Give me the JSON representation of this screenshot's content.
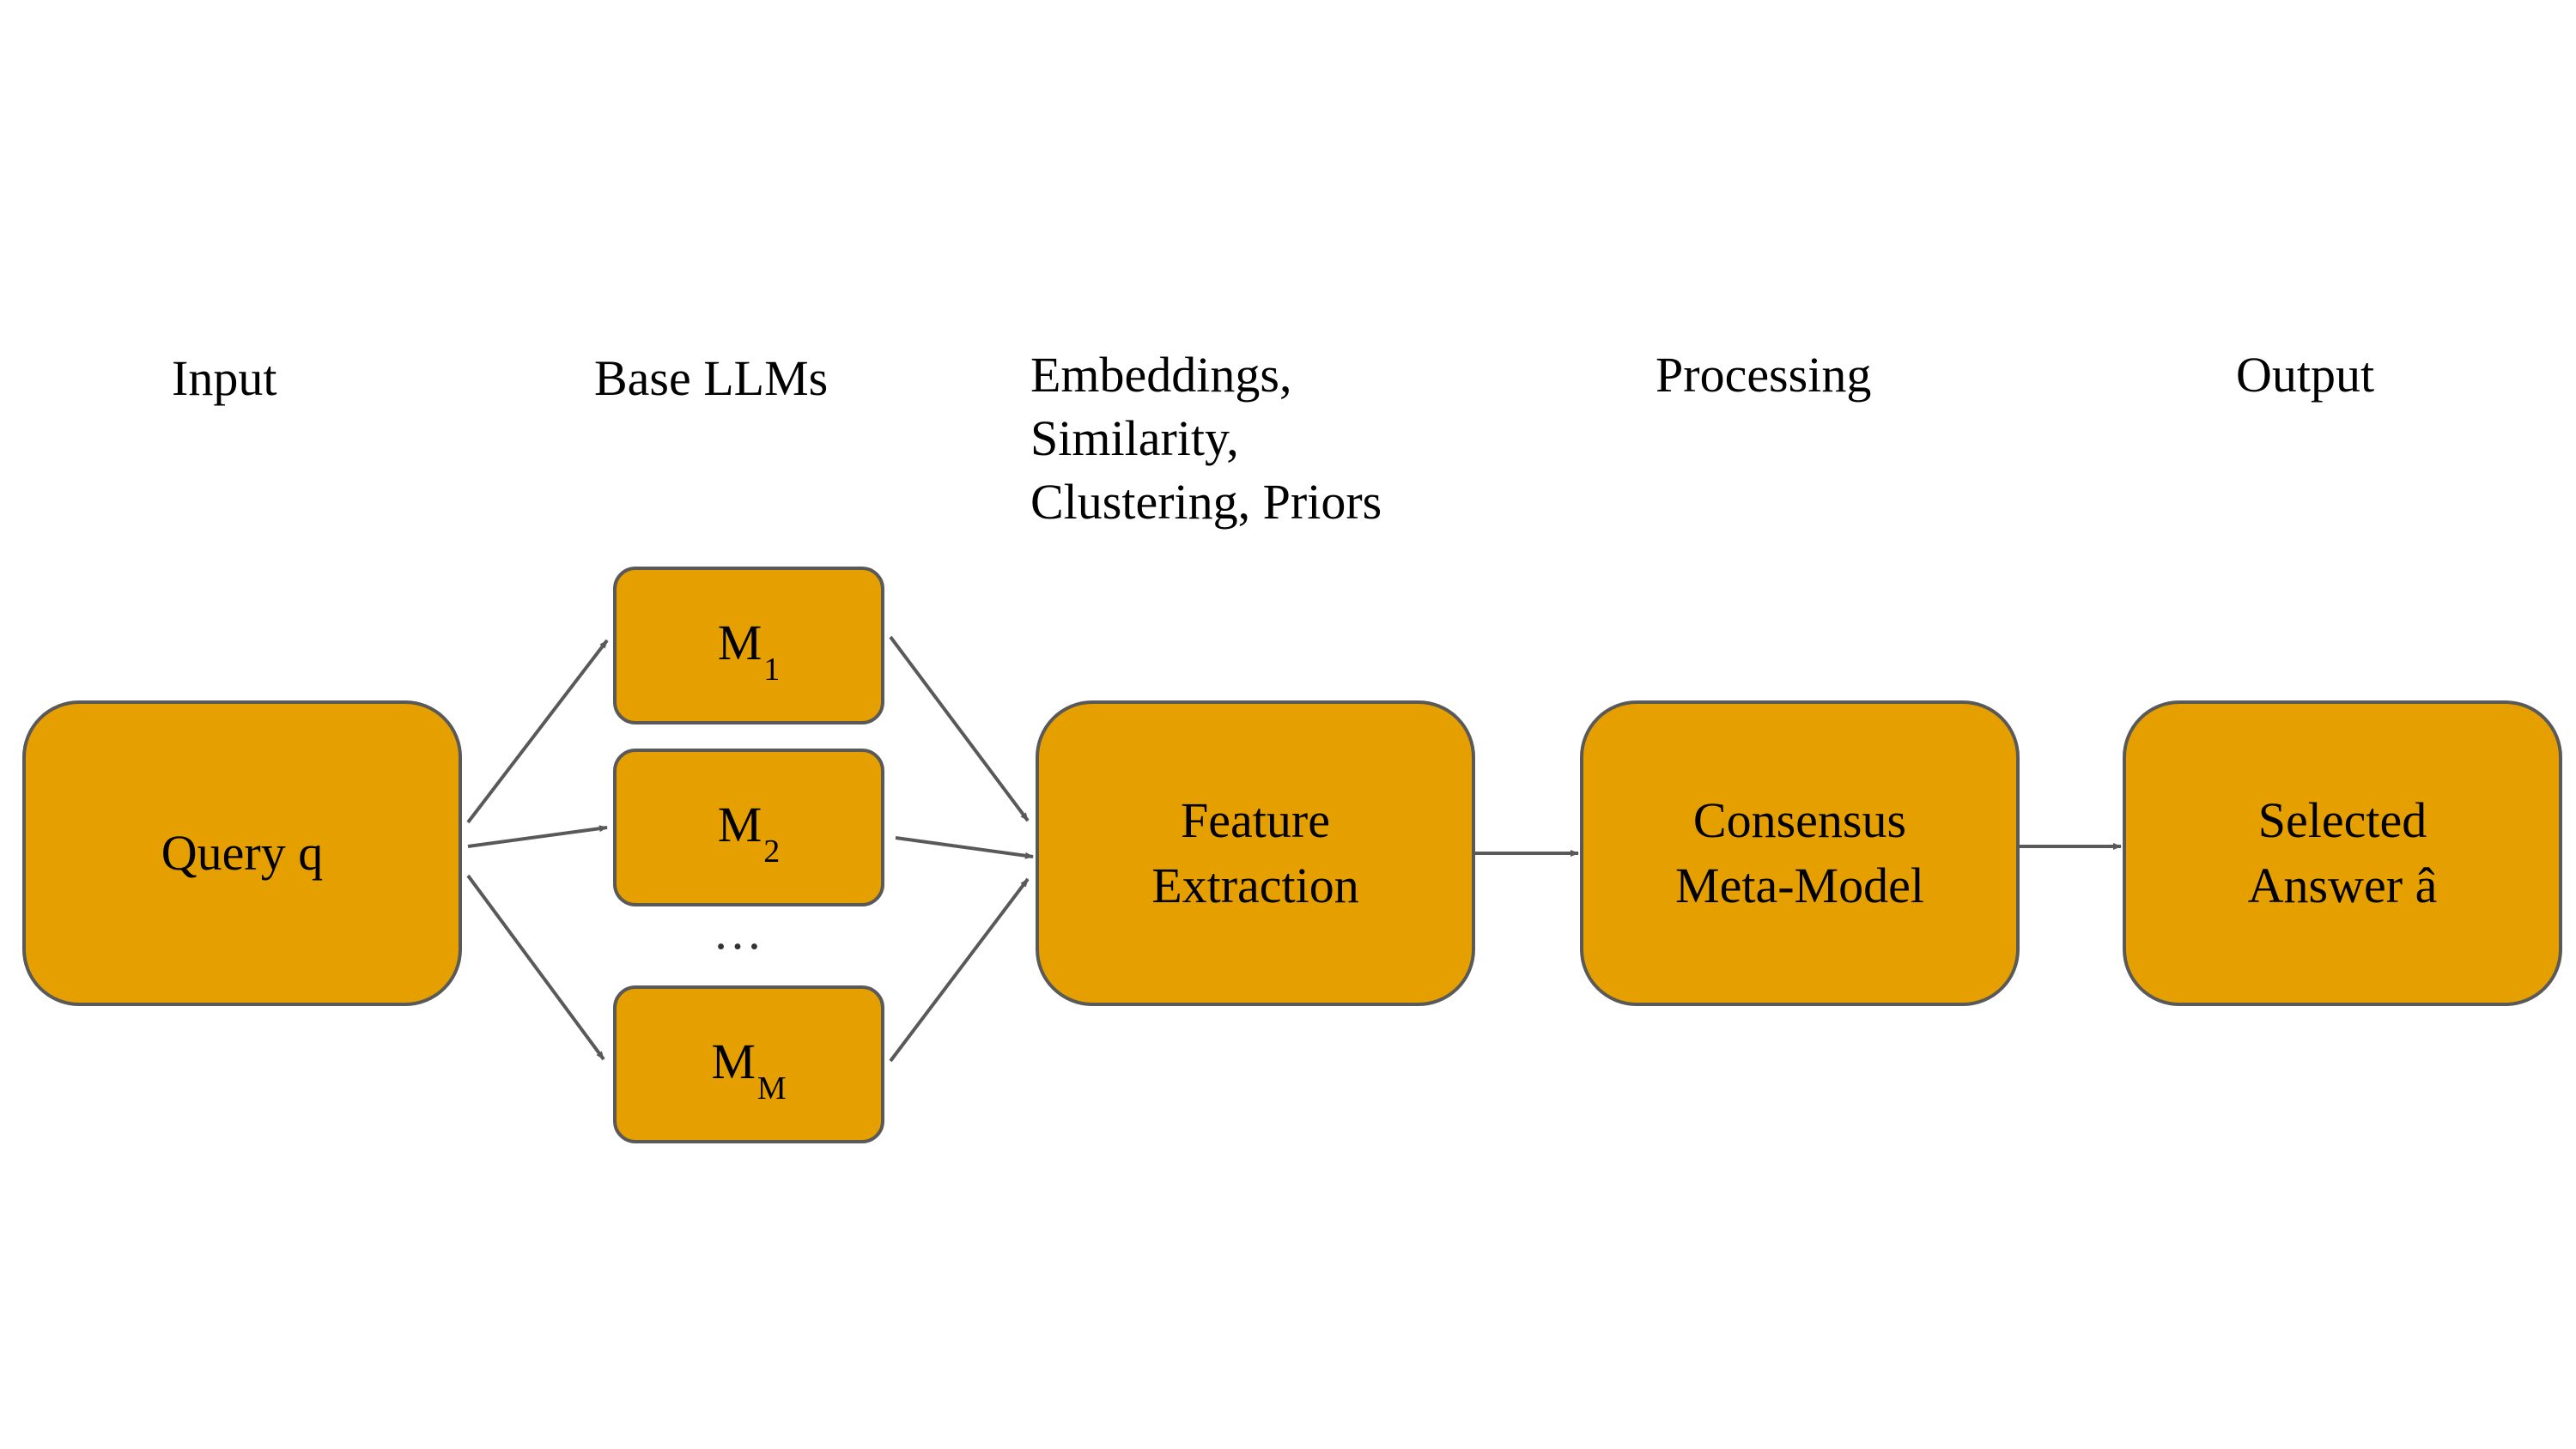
{
  "stages": {
    "input": "Input",
    "base_llms": "Base LLMs",
    "features_line1": "Embeddings,",
    "features_line2": "Similarity,",
    "features_line3": "Clustering, Priors",
    "processing": "Processing",
    "output": "Output"
  },
  "nodes": {
    "query": "Query q",
    "m1": {
      "base": "M",
      "sub": "1"
    },
    "m2": {
      "base": "M",
      "sub": "2"
    },
    "ellipsis": "…",
    "mm": {
      "base": "M",
      "sub": "M"
    },
    "feature_line1": "Feature",
    "feature_line2": "Extraction",
    "consensus_line1": "Consensus",
    "consensus_line2": "Meta-Model",
    "selected_line1": "Selected",
    "selected_line2": "Answer â"
  },
  "colors": {
    "box_fill": "#e5a000",
    "box_border": "#595959",
    "arrow": "#595959"
  }
}
